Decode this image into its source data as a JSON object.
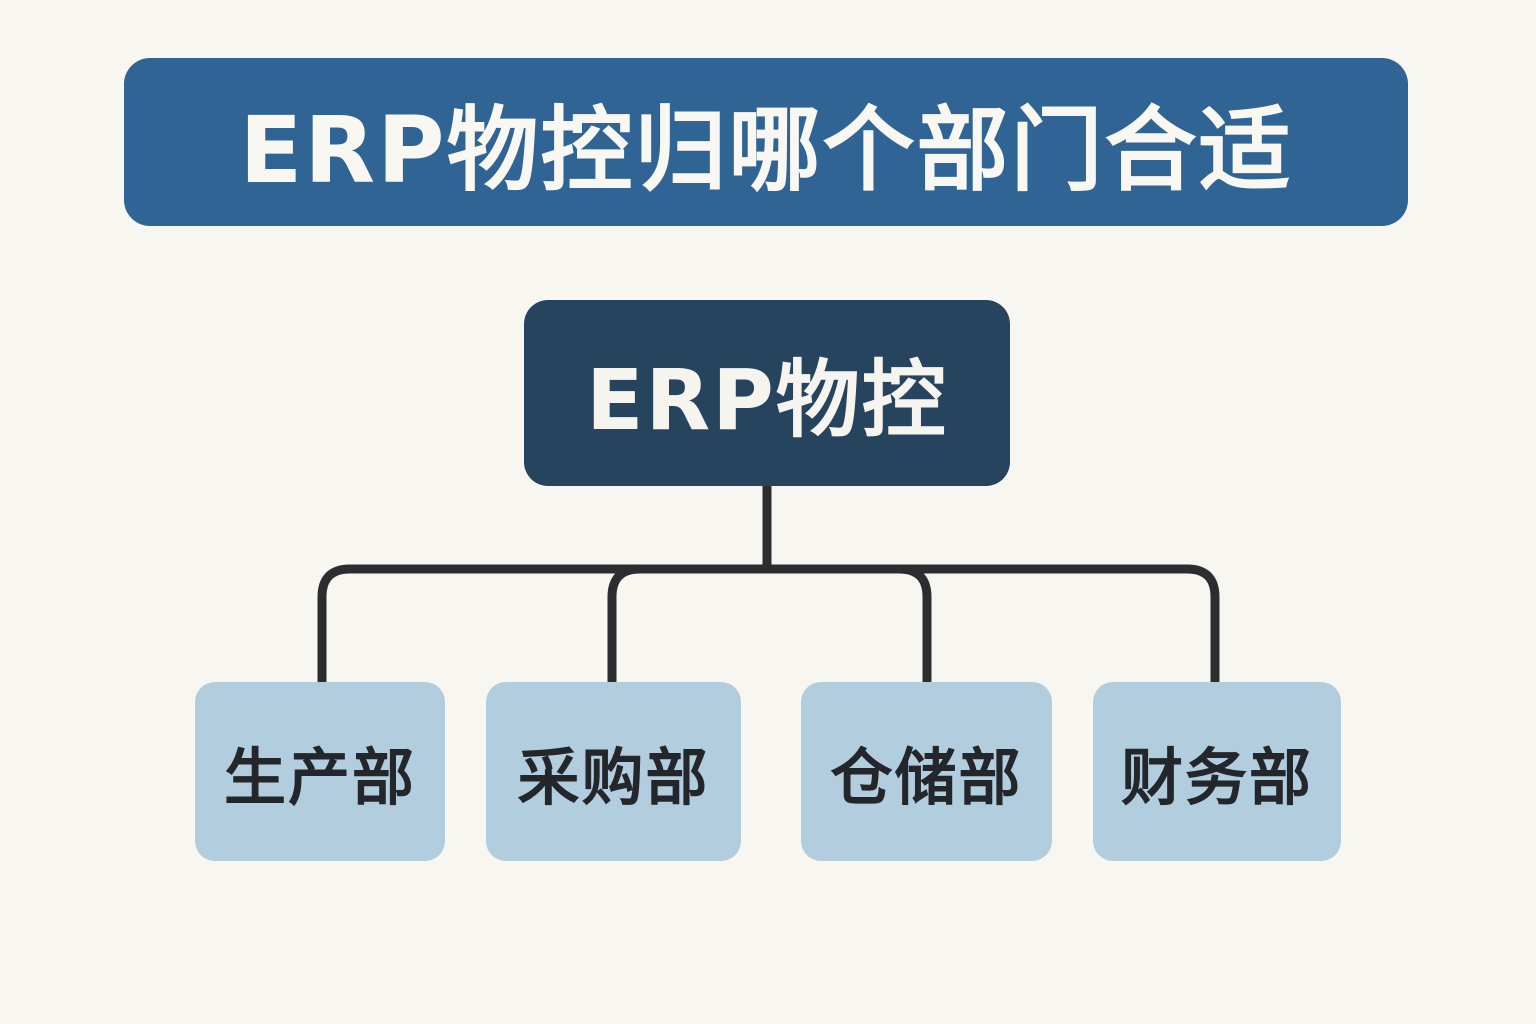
{
  "title": "ERP物控归哪个部门合适",
  "root": {
    "label": "ERP物控"
  },
  "children": [
    {
      "label": "生产部"
    },
    {
      "label": "采购部"
    },
    {
      "label": "仓储部"
    },
    {
      "label": "财务部"
    }
  ],
  "colors": {
    "background": "#f8f6f1",
    "title_banner": "#2f6494",
    "root_box": "#27445f",
    "child_box": "#b2cddd",
    "connector": "#2b2d2f",
    "child_text": "#23272b"
  }
}
